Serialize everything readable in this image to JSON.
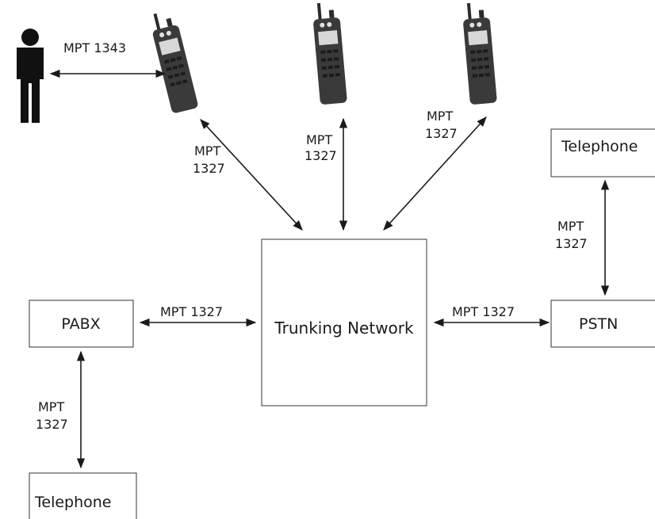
{
  "nodes": {
    "trunking": "Trunking Network",
    "pabx": "PABX",
    "pstn": "PSTN",
    "telephone_top": "Telephone",
    "telephone_bottom": "Telephone"
  },
  "labels": {
    "person_radio": "MPT 1343",
    "radio1_l1": "MPT",
    "radio1_l2": "1327",
    "radio2_l1": "MPT",
    "radio2_l2": "1327",
    "radio3_l1": "MPT",
    "radio3_l2": "1327",
    "tel_pstn_l1": "MPT",
    "tel_pstn_l2": "1327",
    "pabx_trunk": "MPT 1327",
    "trunk_pstn": "MPT 1327",
    "pabx_tel_l1": "MPT",
    "pabx_tel_l2": "1327"
  },
  "colors": {
    "radio_body": "#3a3a3a",
    "radio_screen": "#d8d8d8",
    "person": "#111111"
  }
}
